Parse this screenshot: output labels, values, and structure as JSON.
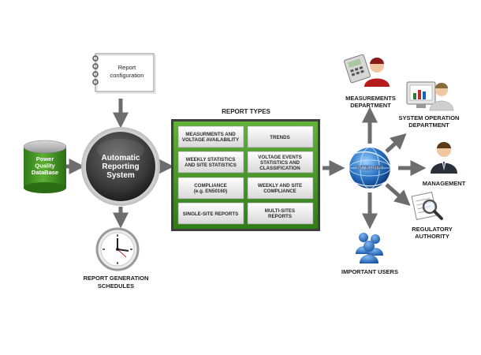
{
  "config_note": {
    "line1": "Report",
    "line2": "configuration"
  },
  "database": {
    "line1": "Power",
    "line2": "Quality",
    "line3": "DataBase"
  },
  "ars": {
    "line1": "Automatic",
    "line2": "Reporting",
    "line3": "System"
  },
  "schedules": {
    "line1": "REPORT GENERATION",
    "line2": "SCHEDULES"
  },
  "report_types": {
    "title": "REPORT TYPES",
    "items": [
      {
        "l1": "MEASURMENTS AND",
        "l2": "VOLTAGE AVAILABILITY",
        "l3": ""
      },
      {
        "l1": "TRENDS",
        "l2": "",
        "l3": ""
      },
      {
        "l1": "WEEKLY STATISTICS",
        "l2": "AND SITE STATISTICS",
        "l3": ""
      },
      {
        "l1": "VOLTAGE EVENTS",
        "l2": "STATISTICS AND",
        "l3": "CLASSIFICATION"
      },
      {
        "l1": "COMPLIANCE",
        "l2": "(e.g. EN50160)",
        "l3": ""
      },
      {
        "l1": "WEEKLY AND SITE",
        "l2": "COMPLIANCE",
        "l3": ""
      },
      {
        "l1": "SINGLE-SITE REPORTS",
        "l2": "",
        "l3": ""
      },
      {
        "l1": "MULTI-SITES",
        "l2": "REPORTS",
        "l3": ""
      }
    ]
  },
  "internet": {
    "label": "INTERNET"
  },
  "recipients": {
    "measurements": {
      "line1": "MEASUREMENTS",
      "line2": "DEPARTMENT"
    },
    "system_operation": {
      "line1": "SYSTEM OPERATION",
      "line2": "DEPARTMENT"
    },
    "management": {
      "line1": "MANAGEMENT"
    },
    "regulatory": {
      "line1": "REGULATORY",
      "line2": "AUTHORITY"
    },
    "important_users": {
      "line1": "IMPORTANT USERS"
    }
  },
  "colors": {
    "arrow": "#6d6d6d",
    "panel_green": "#4c9a2a",
    "cylinder_green": "#3f8f22",
    "ars_circle": "#3a3a3a",
    "globe_blue": "#1d5fa8"
  }
}
